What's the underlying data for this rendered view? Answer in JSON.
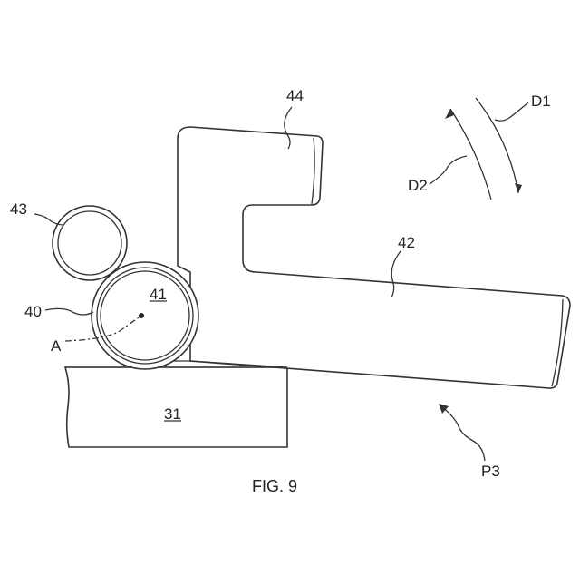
{
  "figure": {
    "caption": "FIG. 9",
    "labels": {
      "l44": "44",
      "l43": "43",
      "l40": "40",
      "l41": "41",
      "lA": "A",
      "l42": "42",
      "l31": "31",
      "lD1": "D1",
      "lD2": "D2",
      "lP3": "P3"
    }
  }
}
